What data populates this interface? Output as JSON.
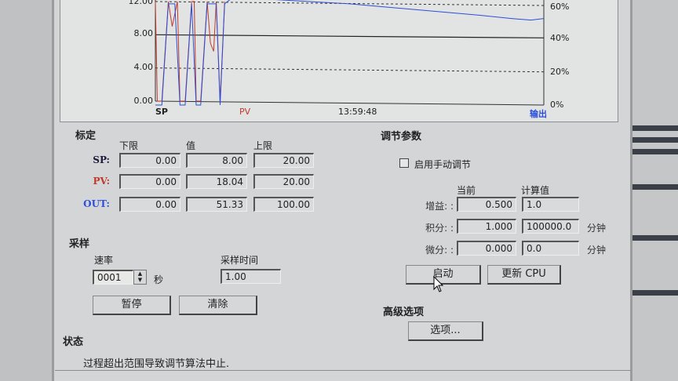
{
  "chart": {
    "left_axis_ticks": [
      "12.00",
      "8.00",
      "4.00",
      "0.00"
    ],
    "right_axis_ticks": [
      "60%",
      "40%",
      "20%",
      "0%"
    ],
    "legend_sp": "SP",
    "legend_pv": "PV",
    "time": "13:59:48",
    "legend_out": "输出",
    "colors": {
      "sp": "#222222",
      "pv": "#c0392b",
      "out": "#2b4fd8"
    },
    "sp_value": 8.0,
    "pv_trace": [
      [
        0,
        12
      ],
      [
        0.3,
        0
      ],
      [
        1,
        0
      ],
      [
        2,
        12
      ],
      [
        2.6,
        9
      ],
      [
        3.4,
        12
      ],
      [
        3.8,
        0
      ],
      [
        4.6,
        0
      ],
      [
        5.6,
        12
      ],
      [
        6,
        12
      ],
      [
        6.3,
        0
      ],
      [
        7,
        0
      ],
      [
        8,
        12
      ],
      [
        8.5,
        7
      ],
      [
        9,
        6
      ],
      [
        9.4,
        12
      ],
      [
        10,
        0
      ],
      [
        10.7,
        12
      ]
    ],
    "out_trace_pct": [
      [
        0,
        0
      ],
      [
        1,
        0
      ],
      [
        2,
        62
      ],
      [
        3,
        62
      ],
      [
        3.8,
        0
      ],
      [
        4.6,
        0
      ],
      [
        5.6,
        62
      ],
      [
        6.3,
        0
      ],
      [
        7,
        0
      ],
      [
        8,
        62
      ],
      [
        9.4,
        62
      ],
      [
        10,
        0
      ],
      [
        10.7,
        62
      ],
      [
        12,
        66
      ],
      [
        30,
        62
      ],
      [
        50,
        55
      ],
      [
        55,
        53
      ],
      [
        58,
        52
      ],
      [
        60,
        53
      ]
    ]
  },
  "calibration": {
    "title": "标定",
    "col_low": "下限",
    "col_value": "值",
    "col_high": "上限",
    "rows": [
      {
        "label": "SP:",
        "low": "0.00",
        "value": "8.00",
        "high": "20.00",
        "color": "#1a1a3a"
      },
      {
        "label": "PV:",
        "low": "0.00",
        "value": "18.04",
        "high": "20.00",
        "color": "#c0392b"
      },
      {
        "label": "OUT:",
        "low": "0.00",
        "value": "51.33",
        "high": "100.00",
        "color": "#2b4fd8"
      }
    ]
  },
  "sampling": {
    "title": "采样",
    "rate_label": "速率",
    "rate_value": "0001",
    "rate_unit": "秒",
    "time_label": "采样时间",
    "time_value": "1.00",
    "pause": "暂停",
    "clear": "清除"
  },
  "status": {
    "title": "状态",
    "message": "过程超出范围导致调节算法中止."
  },
  "tuning": {
    "title": "调节参数",
    "manual_label": "启用手动调节",
    "manual_checked": false,
    "col_current": "当前",
    "col_calc": "计算值",
    "rows": [
      {
        "label": "增益: :",
        "current": "0.500",
        "calc": "1.0",
        "unit": ""
      },
      {
        "label": "积分: :",
        "current": "1.000",
        "calc": "100000.0",
        "unit": "分钟"
      },
      {
        "label": "微分: :",
        "current": "0.000",
        "calc": "0.0",
        "unit": "分钟"
      }
    ],
    "start": "启动",
    "update_cpu": "更新 CPU"
  },
  "advanced": {
    "title": "高级选项",
    "options": "选项..."
  }
}
